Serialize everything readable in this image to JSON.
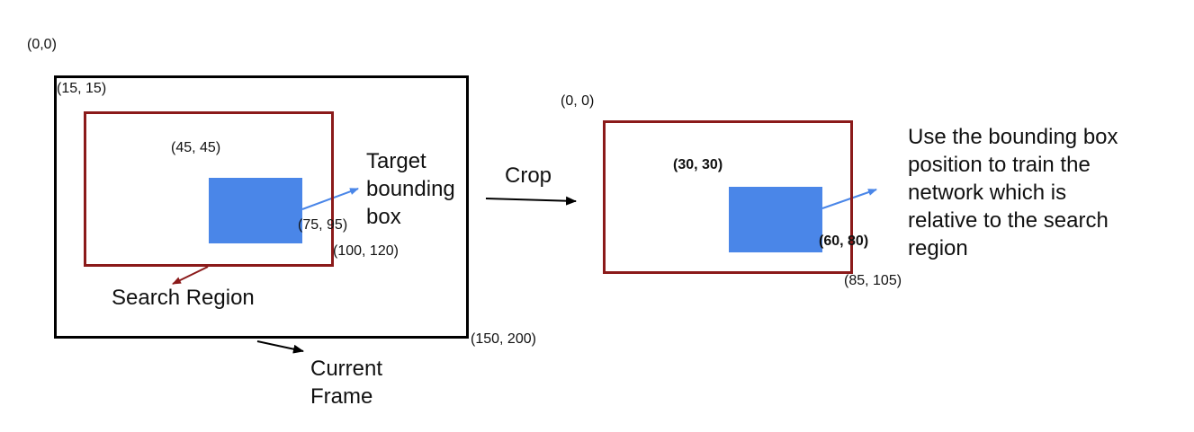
{
  "coords": {
    "origin_frame": "(0,0)",
    "frame_top_left": "(15, 15)",
    "search_top_left": "(45, 45)",
    "target_bottom_right": "(75, 95)",
    "search_bottom_right": "(100, 120)",
    "frame_bottom_right": "(150, 200)",
    "origin_crop": "(0, 0)",
    "crop_target_top_left": "(30, 30)",
    "crop_target_bottom_right": "(60, 80)",
    "crop_bottom_right": "(85, 105)"
  },
  "labels": {
    "target_bbox": "Target\nbounding\nbox",
    "search_region": "Search Region",
    "current_frame": "Current\nFrame",
    "crop": "Crop",
    "explanation": "Use the bounding box\nposition to train the\nnetwork which is\nrelative to the search\nregion"
  },
  "colors": {
    "frame_border": "#000000",
    "search_border": "#8b1a1a",
    "target_fill": "#4a86e8",
    "arrow_blue": "#4a86e8",
    "arrow_red": "#8b1a1a",
    "arrow_black": "#000000"
  }
}
